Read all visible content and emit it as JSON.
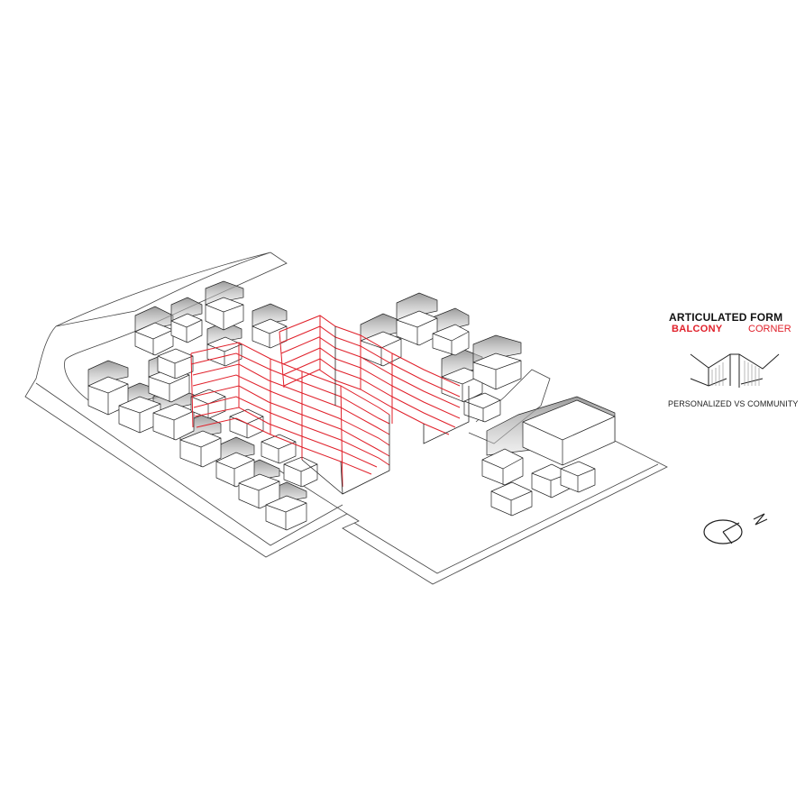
{
  "legend": {
    "title": "ARTICULATED FORM",
    "balcony": "BALCONY",
    "corner": "CORNER",
    "caption": "PERSONALIZED VS COMMUNITY"
  },
  "colors": {
    "accent": "#e0202a",
    "line": "#222222",
    "shadow": "#a9a9a9",
    "background": "#ffffff"
  },
  "icons": [
    "north-arrow-icon",
    "balcony-corner-icon"
  ]
}
